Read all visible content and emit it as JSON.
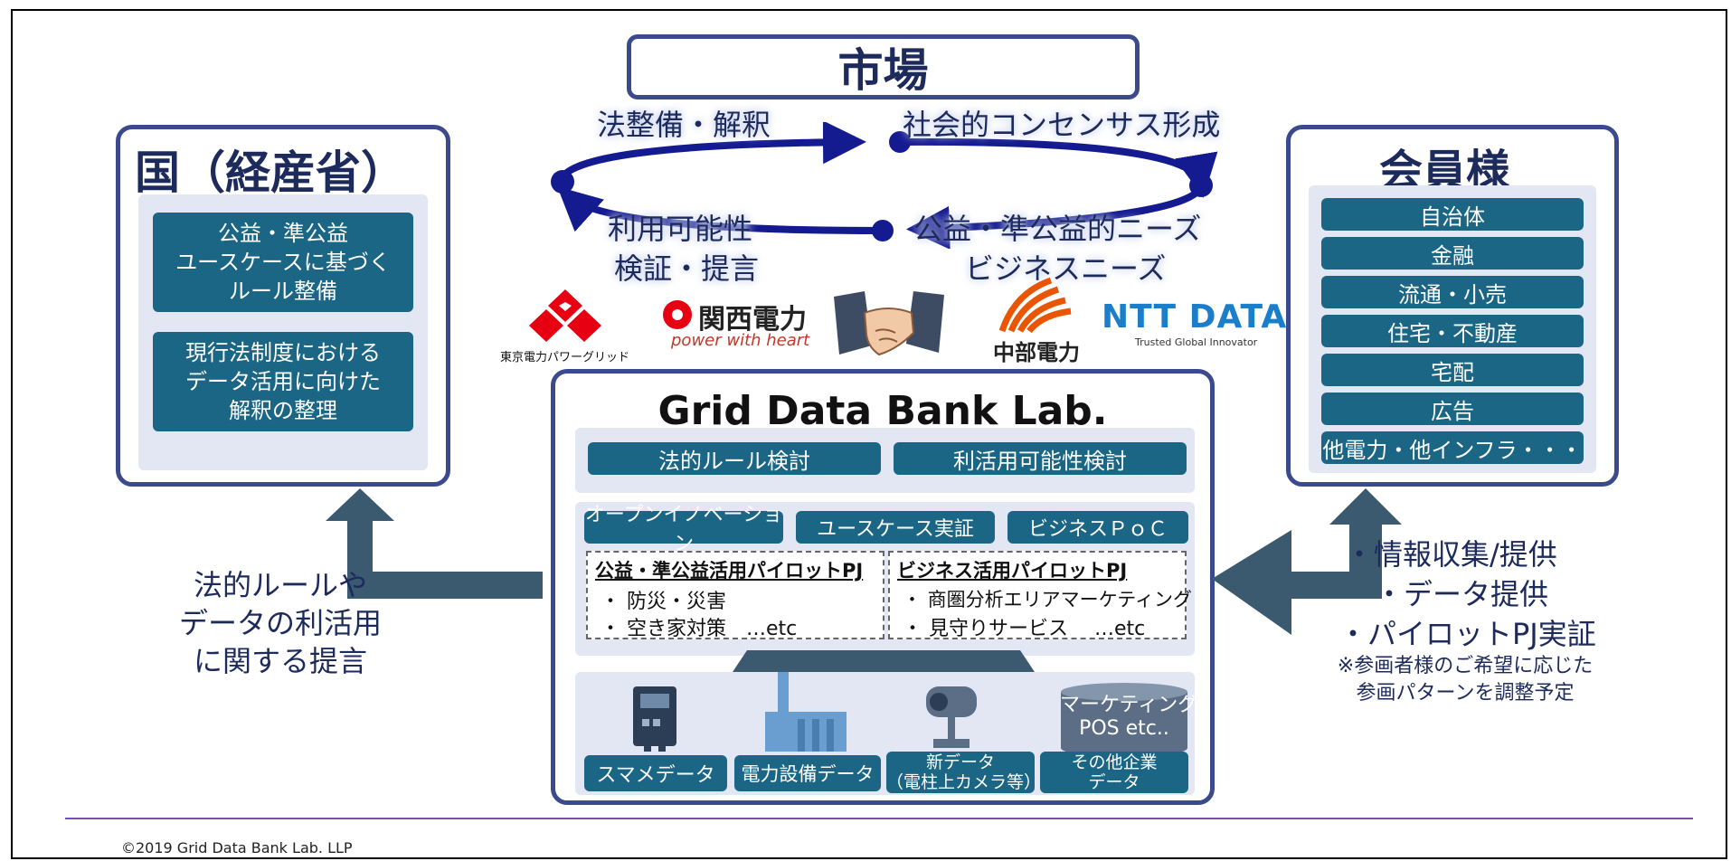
{
  "market": {
    "title": "市場"
  },
  "cycle": {
    "top_left": "法整備・解釈",
    "top_right": "社会的コンセンサス形成",
    "bottom_left_1": "利用可能性",
    "bottom_left_2": "検証・提言",
    "bottom_right_1": "公益・準公益的ニーズ",
    "bottom_right_2": "ビジネスニーズ"
  },
  "kuni": {
    "title": "国（経産省）",
    "items": [
      [
        "公益・準公益",
        "ユースケースに基づく",
        "ルール整備"
      ],
      [
        "現行法制度における",
        "データ活用に向けた",
        "解釈の整理"
      ]
    ]
  },
  "kaiin": {
    "title": "会員様",
    "items": [
      "自治体",
      "金融",
      "流通・小売",
      "住宅・不動産",
      "宅配",
      "広告",
      "他電力・他インフラ・・・"
    ]
  },
  "logos": {
    "tepco": "東京電力パワーグリッド",
    "kansai": "関西電力",
    "kansai_sub": "power with heart",
    "chubu": "中部電力",
    "nttdata": "NTT DATA",
    "nttdata_sub": "Trusted Global Innovator"
  },
  "gdb": {
    "title": "Grid Data Bank Lab.",
    "row1": [
      "法的ルール検討",
      "利活用可能性検討"
    ],
    "row2": [
      "オープンイノベーション",
      "ユースケース実証",
      "ビジネスＰｏＣ"
    ],
    "pilot_public": {
      "title": "公益・準公益活用パイロットPJ",
      "items": [
        "・ 防災・災害",
        "・ 空き家対策　…etc"
      ]
    },
    "pilot_biz": {
      "title": "ビジネス活用パイロットPJ",
      "items": [
        "・ 商圏分析エリアマーケティング",
        "・ 見守りサービス　 …etc"
      ]
    },
    "data": {
      "smart": "スマメデータ",
      "facility": "電力設備データ",
      "new_1": "新データ",
      "new_2": "（電柱上カメラ等）",
      "other_1": "その他企業",
      "other_2": "データ",
      "marketing_1": "マーケティング",
      "marketing_2": "POS etc.."
    }
  },
  "left_proposal": [
    "法的ルールや",
    "データの利活用",
    "に関する提言"
  ],
  "right_info": [
    "・情報収集/提供",
    "・データ提供",
    "・パイロットPJ実証"
  ],
  "right_note": [
    "※参画者様のご希望に応じた",
    "参画パターンを調整予定"
  ],
  "footer": "©2019 Grid Data Bank Lab. LLP",
  "colors": {
    "navy": "#3a4a8c",
    "teal": "#1b6585",
    "arrow": "#3b5a70",
    "purple": "#7b4fb0"
  }
}
